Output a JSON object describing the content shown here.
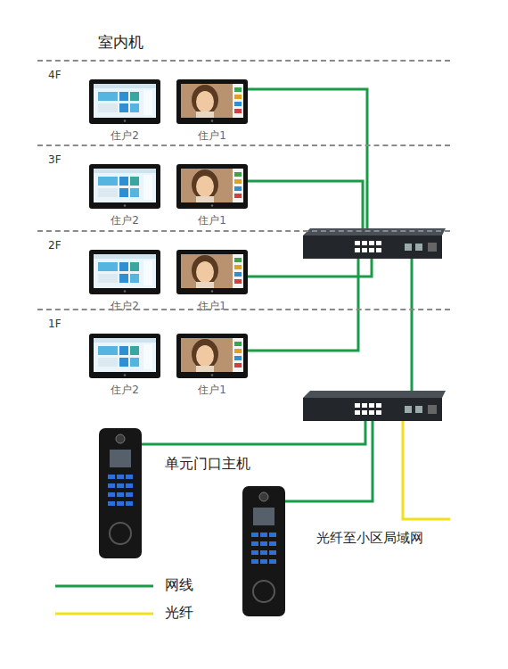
{
  "diagram": {
    "nodes": [
      {
        "text": [
          "4F"
        ]
      },
      {
        "text": [
          "住户2"
        ],
        "in": 0
      },
      {
        "text": [
          "住户1"
        ],
        "in": 0
      },
      {
        "text": [
          "3F"
        ]
      },
      {
        "text": [
          "住户2"
        ],
        "in": 3
      },
      {
        "text": [
          "住户1"
        ],
        "in": 3
      },
      {
        "text": [
          "2F"
        ]
      },
      {
        "text": [
          "住户2"
        ],
        "in": 6
      },
      {
        "text": [
          "住户1"
        ],
        "in": 6
      },
      {
        "text": [
          "1F"
        ]
      },
      {
        "text": [
          "住户2"
        ],
        "in": 9
      },
      {
        "text": [
          "住户1"
        ],
        "in": 9
      }
    ],
    "labels": [
      "室内机",
      "单元门口主机",
      "光纤至小区局域网"
    ],
    "legend": [
      {
        "text": "网线"
      },
      {
        "text": "光纤"
      }
    ]
  }
}
